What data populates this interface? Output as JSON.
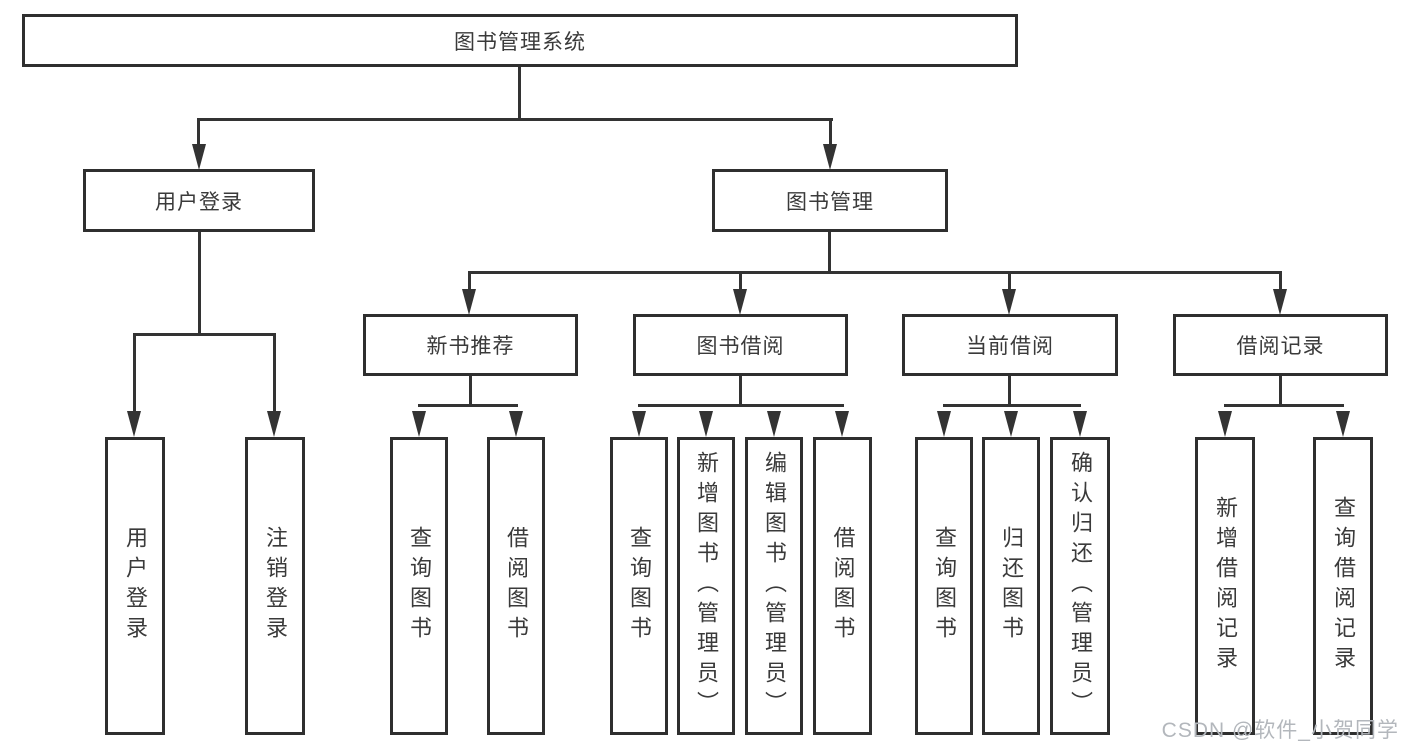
{
  "tree": {
    "root": {
      "label": "图书管理系统",
      "children": [
        {
          "label": "用户登录",
          "children": [
            {
              "label": "用户登录"
            },
            {
              "label": "注销登录"
            }
          ]
        },
        {
          "label": "图书管理",
          "children": [
            {
              "label": "新书推荐",
              "children": [
                {
                  "label": "查询图书"
                },
                {
                  "label": "借阅图书"
                }
              ]
            },
            {
              "label": "图书借阅",
              "children": [
                {
                  "label": "查询图书"
                },
                {
                  "label": "新增图书（管理员）"
                },
                {
                  "label": "编辑图书（管理员）"
                },
                {
                  "label": "借阅图书"
                }
              ]
            },
            {
              "label": "当前借阅",
              "children": [
                {
                  "label": "查询图书"
                },
                {
                  "label": "归还图书"
                },
                {
                  "label": "确认归还（管理员）"
                }
              ]
            },
            {
              "label": "借阅记录",
              "children": [
                {
                  "label": "新增借阅记录"
                },
                {
                  "label": "查询借阅记录"
                }
              ]
            }
          ]
        }
      ]
    }
  },
  "watermark": "CSDN @软件_小贺同学",
  "colors": {
    "line": "#333333",
    "box_border": "#2f2f2f",
    "text": "#3a3a3a",
    "background": "#ffffff",
    "watermark": "#b3b7bc"
  }
}
